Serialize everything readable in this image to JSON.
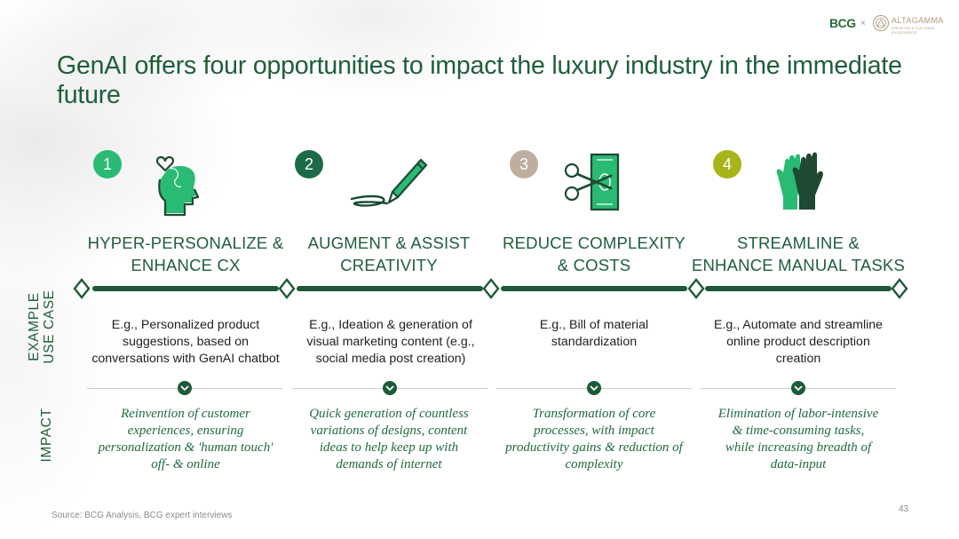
{
  "header": {
    "logo_primary": "BCG",
    "logo_separator": "×",
    "logo_secondary": "ALTAGAMMA",
    "logo_secondary_sub": "CREATIVE & CULTURAL EXCELLENCE"
  },
  "title": "GenAI offers four opportunities to impact the luxury industry in the immediate future",
  "opportunities": [
    {
      "number": "1",
      "number_color": "#29ba74",
      "icon": "head-with-heart-icon",
      "heading": "HYPER-PERSONALIZE &\nENHANCE CX",
      "example": "E.g., Personalized product\nsuggestions, based on\nconversations with GenAI chatbot",
      "impact": "Reinvention of customer\nexperiences, ensuring\npersonalization & 'human touch'\noff- & online"
    },
    {
      "number": "2",
      "number_color": "#1d6b46",
      "icon": "pen-drawing-icon",
      "heading": "AUGMENT & ASSIST\nCREATIVITY",
      "example": "E.g., Ideation & generation of\nvisual marketing content (e.g.,\nsocial media post creation)",
      "impact": "Quick generation of countless\nvariations of designs, content\nideas to help keep up with\ndemands of internet"
    },
    {
      "number": "3",
      "number_color": "#bfae9e",
      "icon": "scissors-cutting-bill-icon",
      "heading": "REDUCE COMPLEXITY\n& COSTS",
      "example": "E.g., Bill of material\nstandardization",
      "impact": "Transformation of core\nprocesses, with impact\nproductivity gains & reduction of\ncomplexity"
    },
    {
      "number": "4",
      "number_color": "#a8b41a",
      "icon": "two-hands-icon",
      "heading": "STREAMLINE &\nENHANCE MANUAL TASKS",
      "example": "E.g., Automate and streamline\nonline product description\ncreation",
      "impact": "Elimination of labor-intensive\n& time-consuming tasks,\nwhile increasing breadth of\ndata-input"
    }
  ],
  "row_labels": {
    "example": "EXAMPLE\nUSE CASE",
    "impact": "IMPACT"
  },
  "footer": {
    "source": "Source: BCG Analysis, BCG expert interviews",
    "page_number": "43"
  },
  "colors": {
    "primary_green": "#1f5e3a",
    "bright_green": "#29ba74",
    "dark_green": "#1d6b46",
    "beige": "#bfae9e",
    "olive": "#a8b41a"
  }
}
